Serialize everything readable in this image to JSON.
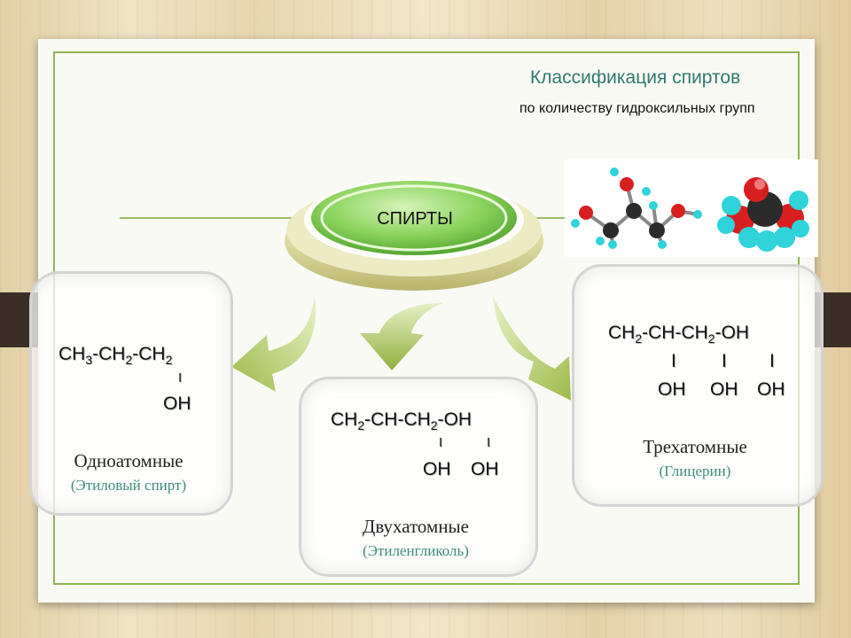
{
  "header": {
    "title": "Классификация спиртов",
    "subtitle": "по количеству гидроксильных групп"
  },
  "center": {
    "label": "СПИРТЫ"
  },
  "cards": [
    {
      "main_line": [
        "CH",
        "3",
        "-CH",
        "2",
        "-CH",
        "2"
      ],
      "bond_mark": "I",
      "group": "OH",
      "name": "Одноатомные",
      "trivial": "(Этиловый спирт)"
    },
    {
      "main_line": [
        "CH",
        "2",
        "-CH-CH",
        "2",
        "-OH"
      ],
      "bond_mark_1": "I",
      "bond_mark_2": "I",
      "group_1": "OH",
      "group_2": "OH",
      "name": "Двухатомные",
      "trivial": "(Этиленгликоль)"
    },
    {
      "main_line": [
        "CH",
        "2",
        "-CH-CH",
        "2",
        "-OH"
      ],
      "bond_mark_1": "I",
      "bond_mark_2": "I",
      "bond_mark_3": "I",
      "group_1": "OH",
      "group_2": "OH",
      "group_3": "OH",
      "name": "Трехатомные",
      "trivial": "(Глицерин)"
    }
  ],
  "colors": {
    "accent_green": "#8fb35a",
    "title_teal": "#2f7a6f",
    "trivial_teal": "#3d8c7d",
    "atom_oxygen": "#d81f1f",
    "atom_carbon": "#2b2b2b",
    "atom_hydrogen": "#2fd3d9"
  },
  "icons": {
    "molecule_model": "glycerol-ball-and-stick-icon",
    "space_fill_model": "glycerol-space-filling-icon",
    "arrow_left": "curved-arrow-down-left-icon",
    "arrow_down": "curved-arrow-down-icon",
    "arrow_right": "curved-arrow-down-right-icon"
  }
}
